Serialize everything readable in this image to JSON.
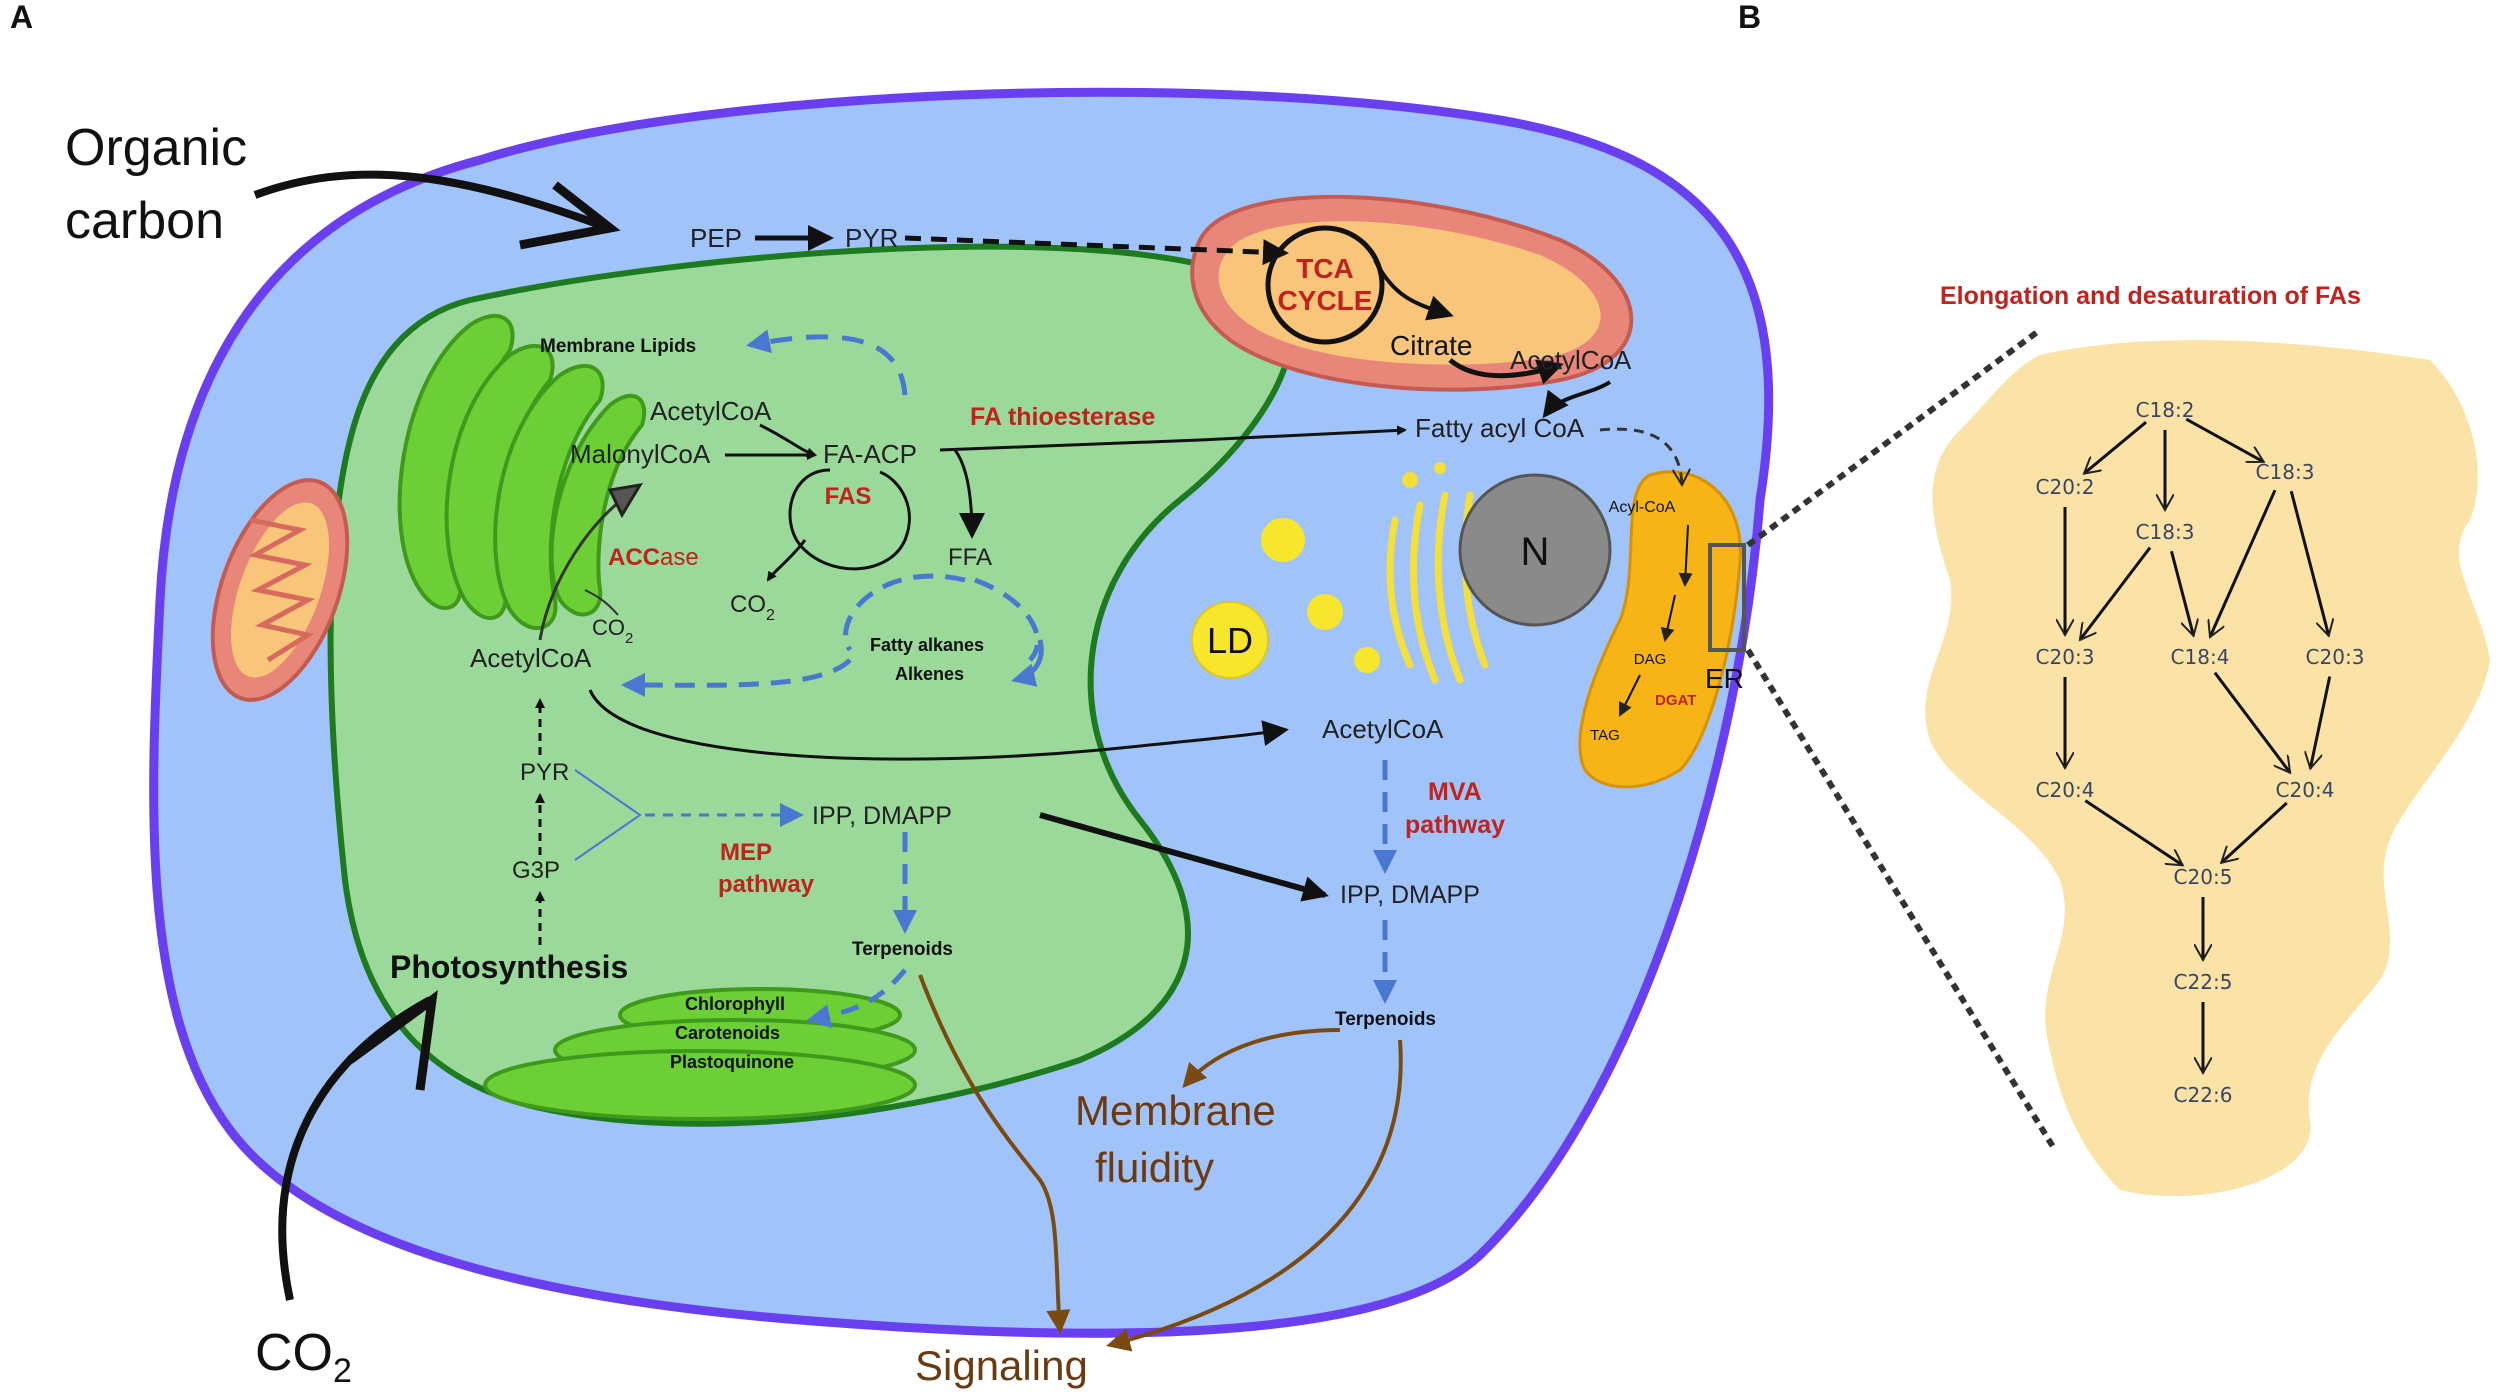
{
  "panel_a": {
    "letter": "A",
    "inputs": {
      "organic_carbon_line1": "Organic",
      "organic_carbon_line2": "carbon",
      "co2": "CO",
      "co2_sub": "2"
    },
    "cytosol": {
      "pep": "PEP",
      "pyr": "PYR",
      "acetylcoa_mito": "AcetylCoA",
      "fatty_acyl_coa": "Fatty acyl CoA",
      "acetylcoa_cyto": "AcetylCoA",
      "mva_pathway_line1": "MVA",
      "mva_pathway_line2": "pathway",
      "ipp_dmapp": "IPP, DMAPP",
      "terpenoids": "Terpenoids",
      "membrane_fluidity_line1": "Membrane",
      "membrane_fluidity_line2": "fluidity",
      "signaling": "Signaling",
      "nucleus": "N",
      "lipid_droplet": "LD"
    },
    "mitochondrion": {
      "tca_line1": "TCA",
      "tca_line2": "CYCLE",
      "citrate": "Citrate"
    },
    "er": {
      "acyl_coa": "Acyl-CoA",
      "dag": "DAG",
      "dgat": "DGAT",
      "tag": "TAG",
      "label": "ER"
    },
    "chloroplast": {
      "membrane_lipids": "Membrane Lipids",
      "acetylcoa_top": "AcetylCoA",
      "malonylcoa": "MalonylCoA",
      "fa_acp": "FA-ACP",
      "fas": "FAS",
      "fa_thioesterase": "FA thioesterase",
      "ffa": "FFA",
      "co2_fas": "CO",
      "co2_fas_sub": "2",
      "acc_bold": "ACC",
      "acc_rest": "ase",
      "co2_acc": "CO",
      "co2_acc_sub": "2",
      "acetylcoa_chl": "AcetylCoA",
      "fatty_alkanes": "Fatty alkanes",
      "alkenes": "Alkenes",
      "pyr": "PYR",
      "g3p": "G3P",
      "ipp_dmapp": "IPP, DMAPP",
      "mep_line1": "MEP",
      "mep_line2": "pathway",
      "terpenoids": "Terpenoids",
      "chlorophyll": "Chlorophyll",
      "carotenoids": "Carotenoids",
      "plastoquinone": "Plastoquinone",
      "photosynthesis": "Photosynthesis"
    }
  },
  "panel_b": {
    "letter": "B",
    "title": "Elongation and desaturation of FAs",
    "nodes": [
      "C18:2",
      "C20:2",
      "C18:3",
      "C18:3",
      "C20:3",
      "C18:4",
      "C20:3",
      "C20:4",
      "C20:4",
      "C20:5",
      "C22:5",
      "C22:6"
    ]
  },
  "colors": {
    "cell_fill": "#a0c4fa",
    "cell_border": "#6a3ff0",
    "chloroplast_fill": "#9bd99b",
    "chloroplast_border": "#1e7a1e",
    "thylakoid": "#6ccf36",
    "mito_fill": "#e8867a",
    "mito_inner": "#f8c57a",
    "er_fill": "#f6b416",
    "enzyme_red": "#c0221e",
    "signal_brown": "#7a4a10",
    "dashed_blue": "#4a78d0",
    "panel_b_fill": "#fbe3a8"
  }
}
